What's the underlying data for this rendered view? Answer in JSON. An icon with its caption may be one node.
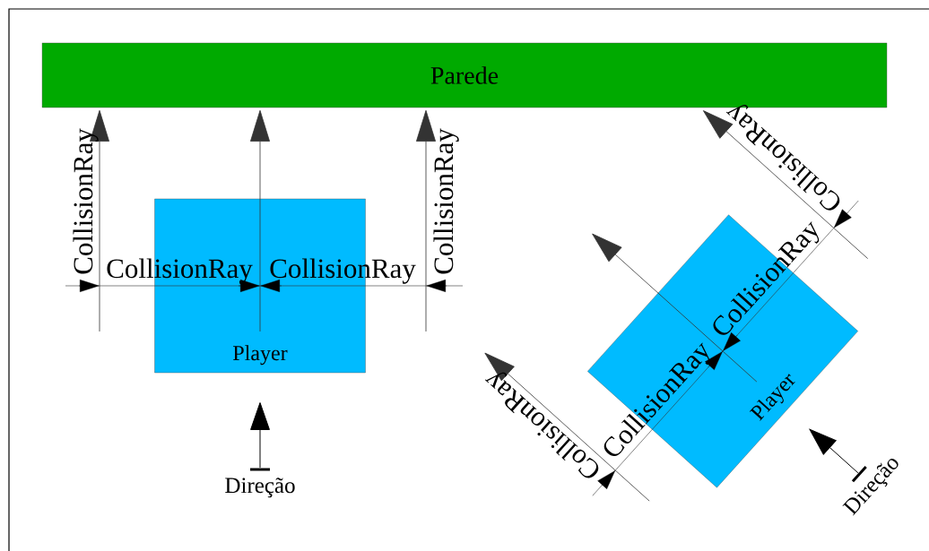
{
  "diagram": {
    "nodes": [
      {
        "text": [
          "Parede"
        ]
      },
      {
        "text": [
          "Player"
        ]
      },
      {
        "text": [
          "Player"
        ]
      }
    ],
    "labels": [
      "CollisionRay",
      "CollisionRay",
      "CollisionRay",
      "CollisionRay",
      "Direção",
      "CollisionRay",
      "CollisionRay",
      "CollisionRay",
      "CollisionRay",
      "Direção"
    ]
  }
}
